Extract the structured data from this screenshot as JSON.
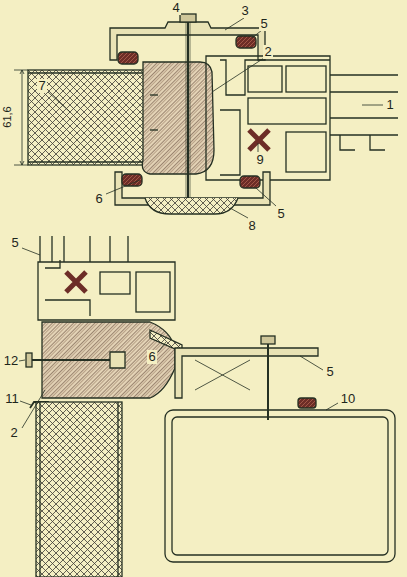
{
  "diagram": {
    "labels": [
      "4",
      "3",
      "5",
      "7",
      "61,6",
      "2",
      "1",
      "9",
      "6",
      "8",
      "5",
      "5",
      "12",
      "6",
      "5",
      "11",
      "2",
      "10"
    ]
  }
}
